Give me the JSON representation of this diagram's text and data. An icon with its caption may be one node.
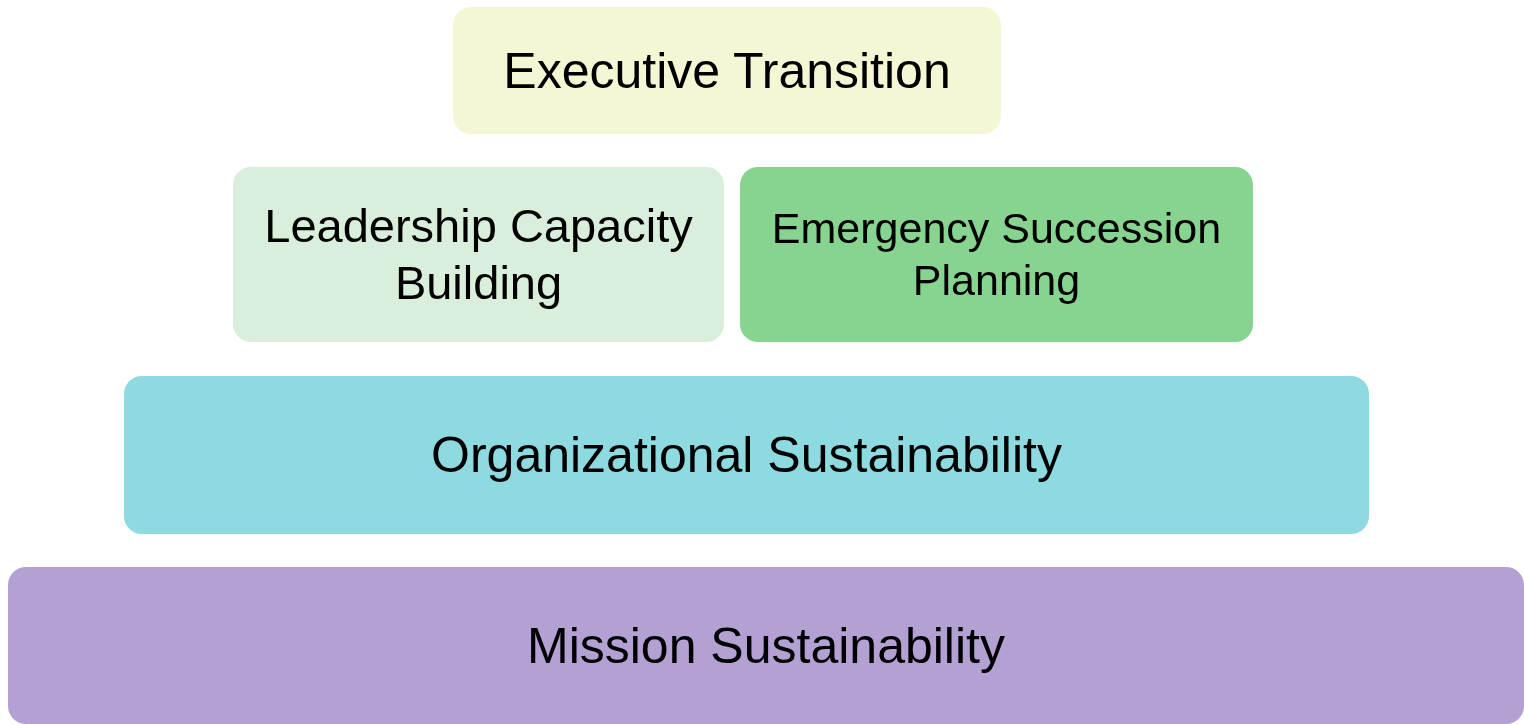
{
  "diagram": {
    "nodes": [
      {
        "text": [
          "Executive Transition"
        ]
      },
      {
        "text": [
          "Leadership Capacity Building"
        ]
      },
      {
        "text": [
          "Emergency Succession Planning"
        ]
      },
      {
        "text": [
          "Organizational Sustainability"
        ]
      },
      {
        "text": [
          "Mission Sustainability"
        ]
      }
    ]
  }
}
